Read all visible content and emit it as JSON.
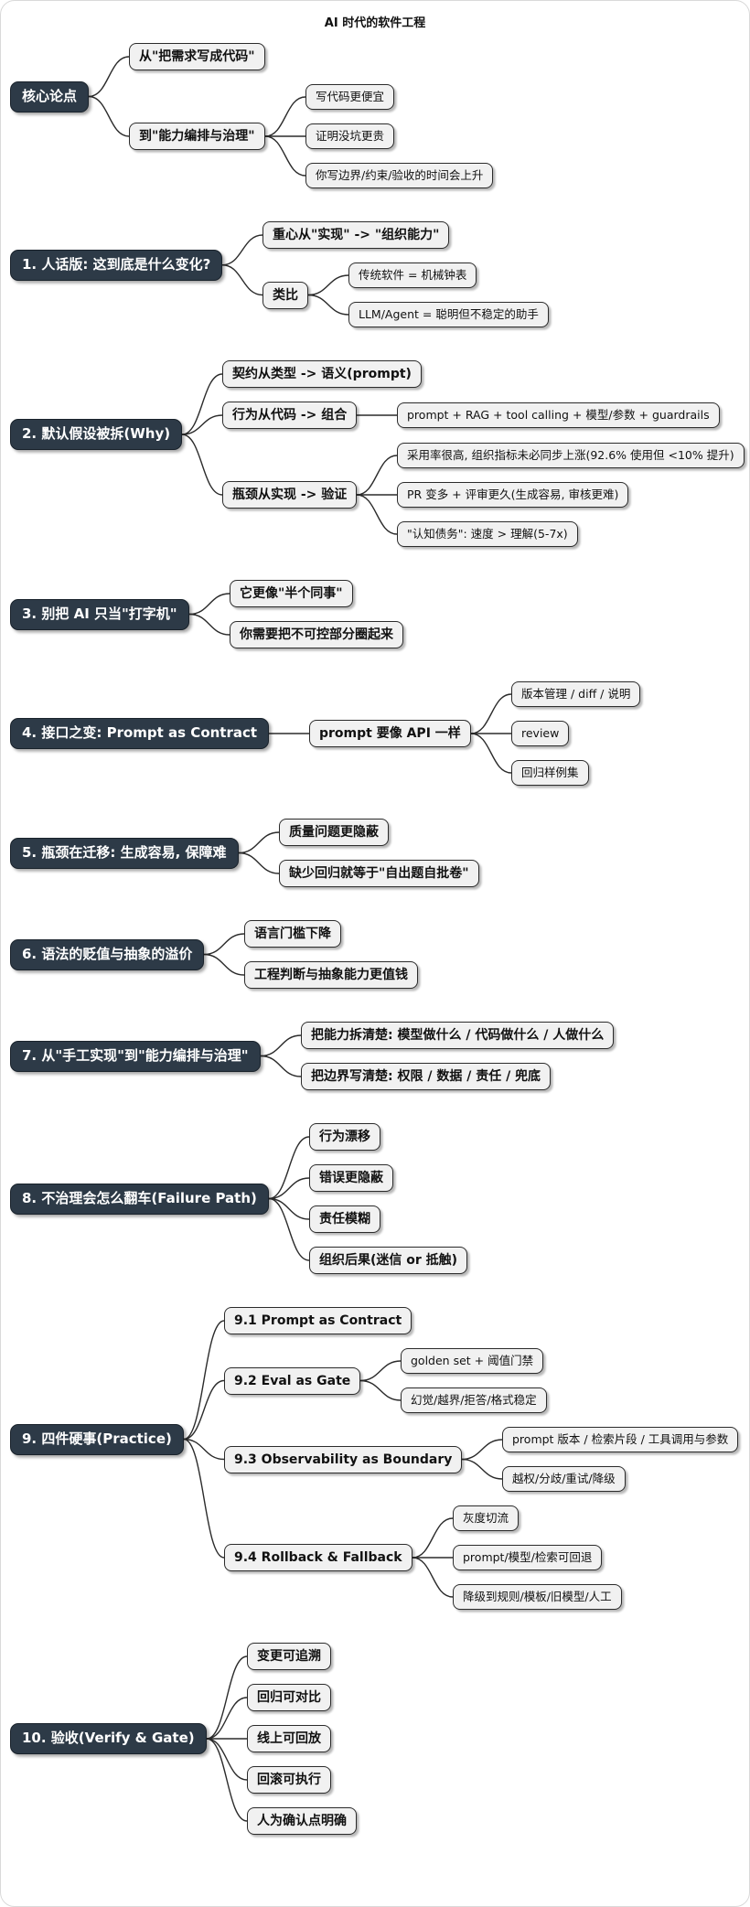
{
  "title": "AI 时代的软件工程",
  "colors": {
    "root_bg": "#2d3a47",
    "root_text": "#ffffff",
    "node_bg": "#f1f1f1",
    "node_border": "#2b2b2b",
    "connector": "#2b2b2b",
    "canvas_bg": "#ffffff"
  },
  "tree": [
    {
      "label": "核心论点",
      "children": [
        {
          "label": "从\"把需求写成代码\""
        },
        {
          "label": "到\"能力编排与治理\"",
          "children": [
            {
              "label": "写代码更便宜"
            },
            {
              "label": "证明没坑更贵"
            },
            {
              "label": "你写边界/约束/验收的时间会上升"
            }
          ]
        }
      ]
    },
    {
      "label": "1. 人话版: 这到底是什么变化?",
      "children": [
        {
          "label": "重心从\"实现\" -> \"组织能力\""
        },
        {
          "label": "类比",
          "children": [
            {
              "label": "传统软件 = 机械钟表"
            },
            {
              "label": "LLM/Agent = 聪明但不稳定的助手"
            }
          ]
        }
      ]
    },
    {
      "label": "2. 默认假设被拆(Why)",
      "children": [
        {
          "label": "契约从类型 -> 语义(prompt)"
        },
        {
          "label": "行为从代码 -> 组合",
          "children": [
            {
              "label": "prompt + RAG + tool calling + 模型/参数 + guardrails"
            }
          ]
        },
        {
          "label": "瓶颈从实现 -> 验证",
          "children": [
            {
              "label": "采用率很高, 组织指标未必同步上涨(92.6% 使用但 <10% 提升)"
            },
            {
              "label": "PR 变多 + 评审更久(生成容易, 审核更难)"
            },
            {
              "label": "\"认知债务\": 速度 > 理解(5-7x)"
            }
          ]
        }
      ]
    },
    {
      "label": "3. 别把 AI 只当\"打字机\"",
      "children": [
        {
          "label": "它更像\"半个同事\""
        },
        {
          "label": "你需要把不可控部分圈起来"
        }
      ]
    },
    {
      "label": "4. 接口之变: Prompt as Contract",
      "children": [
        {
          "label": "prompt 要像 API 一样",
          "children": [
            {
              "label": "版本管理 / diff / 说明"
            },
            {
              "label": "review"
            },
            {
              "label": "回归样例集"
            }
          ]
        }
      ]
    },
    {
      "label": "5. 瓶颈在迁移: 生成容易, 保障难",
      "children": [
        {
          "label": "质量问题更隐蔽"
        },
        {
          "label": "缺少回归就等于\"自出题自批卷\""
        }
      ]
    },
    {
      "label": "6. 语法的贬值与抽象的溢价",
      "children": [
        {
          "label": "语言门槛下降"
        },
        {
          "label": "工程判断与抽象能力更值钱"
        }
      ]
    },
    {
      "label": "7. 从\"手工实现\"到\"能力编排与治理\"",
      "children": [
        {
          "label": "把能力拆清楚: 模型做什么 / 代码做什么 / 人做什么"
        },
        {
          "label": "把边界写清楚: 权限 / 数据 / 责任 / 兜底"
        }
      ]
    },
    {
      "label": "8. 不治理会怎么翻车(Failure Path)",
      "children": [
        {
          "label": "行为漂移"
        },
        {
          "label": "错误更隐蔽"
        },
        {
          "label": "责任模糊"
        },
        {
          "label": "组织后果(迷信 or 抵触)"
        }
      ]
    },
    {
      "label": "9. 四件硬事(Practice)",
      "children": [
        {
          "label": "9.1 Prompt as Contract"
        },
        {
          "label": "9.2 Eval as Gate",
          "children": [
            {
              "label": "golden set + 阈值门禁"
            },
            {
              "label": "幻觉/越界/拒答/格式稳定"
            }
          ]
        },
        {
          "label": "9.3 Observability as Boundary",
          "children": [
            {
              "label": "prompt 版本 / 检索片段 / 工具调用与参数"
            },
            {
              "label": "越权/分歧/重试/降级"
            }
          ]
        },
        {
          "label": "9.4 Rollback & Fallback",
          "children": [
            {
              "label": "灰度切流"
            },
            {
              "label": "prompt/模型/检索可回退"
            },
            {
              "label": "降级到规则/模板/旧模型/人工"
            }
          ]
        }
      ]
    },
    {
      "label": "10. 验收(Verify & Gate)",
      "children": [
        {
          "label": "变更可追溯"
        },
        {
          "label": "回归可对比"
        },
        {
          "label": "线上可回放"
        },
        {
          "label": "回滚可执行"
        },
        {
          "label": "人为确认点明确"
        }
      ]
    }
  ]
}
